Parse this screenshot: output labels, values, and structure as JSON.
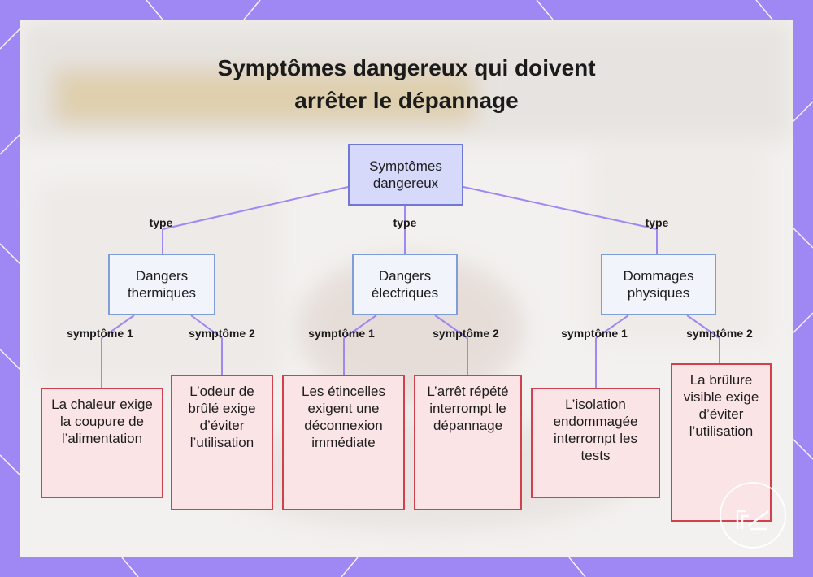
{
  "title_lines": [
    "Symptômes dangereux qui doivent",
    "arrêter le dépannage"
  ],
  "nodes": {
    "root": "Symptômes dangereux",
    "thermal": "Dangers thermiques",
    "electrical": "Dangers électriques",
    "physical": "Dommages physiques",
    "thermal_s1": "La chaleur exige la coupure de l’alimentation",
    "thermal_s2": "L’odeur de brûlé exige d’éviter l’utilisation",
    "electrical_s1": "Les étincelles exigent une déconnexion immédiate",
    "electrical_s2": "L’arrêt répété interrompt le dépannage",
    "physical_s1": "L’isolation endommagée interrompt les tests",
    "physical_s2": "La brûlure visible exige d’éviter l’utilisation"
  },
  "edge_labels": {
    "type": "type",
    "symptom1": "symptôme 1",
    "symptom2": "symptôme 2"
  },
  "colors": {
    "frame": "#9f88f4",
    "root_fill": "#d7d9fb",
    "category_fill": "#f1f4fb",
    "symptom_fill": "#fbe4e6",
    "symptom_border": "#d0404d",
    "connector": "#9f88f4"
  }
}
